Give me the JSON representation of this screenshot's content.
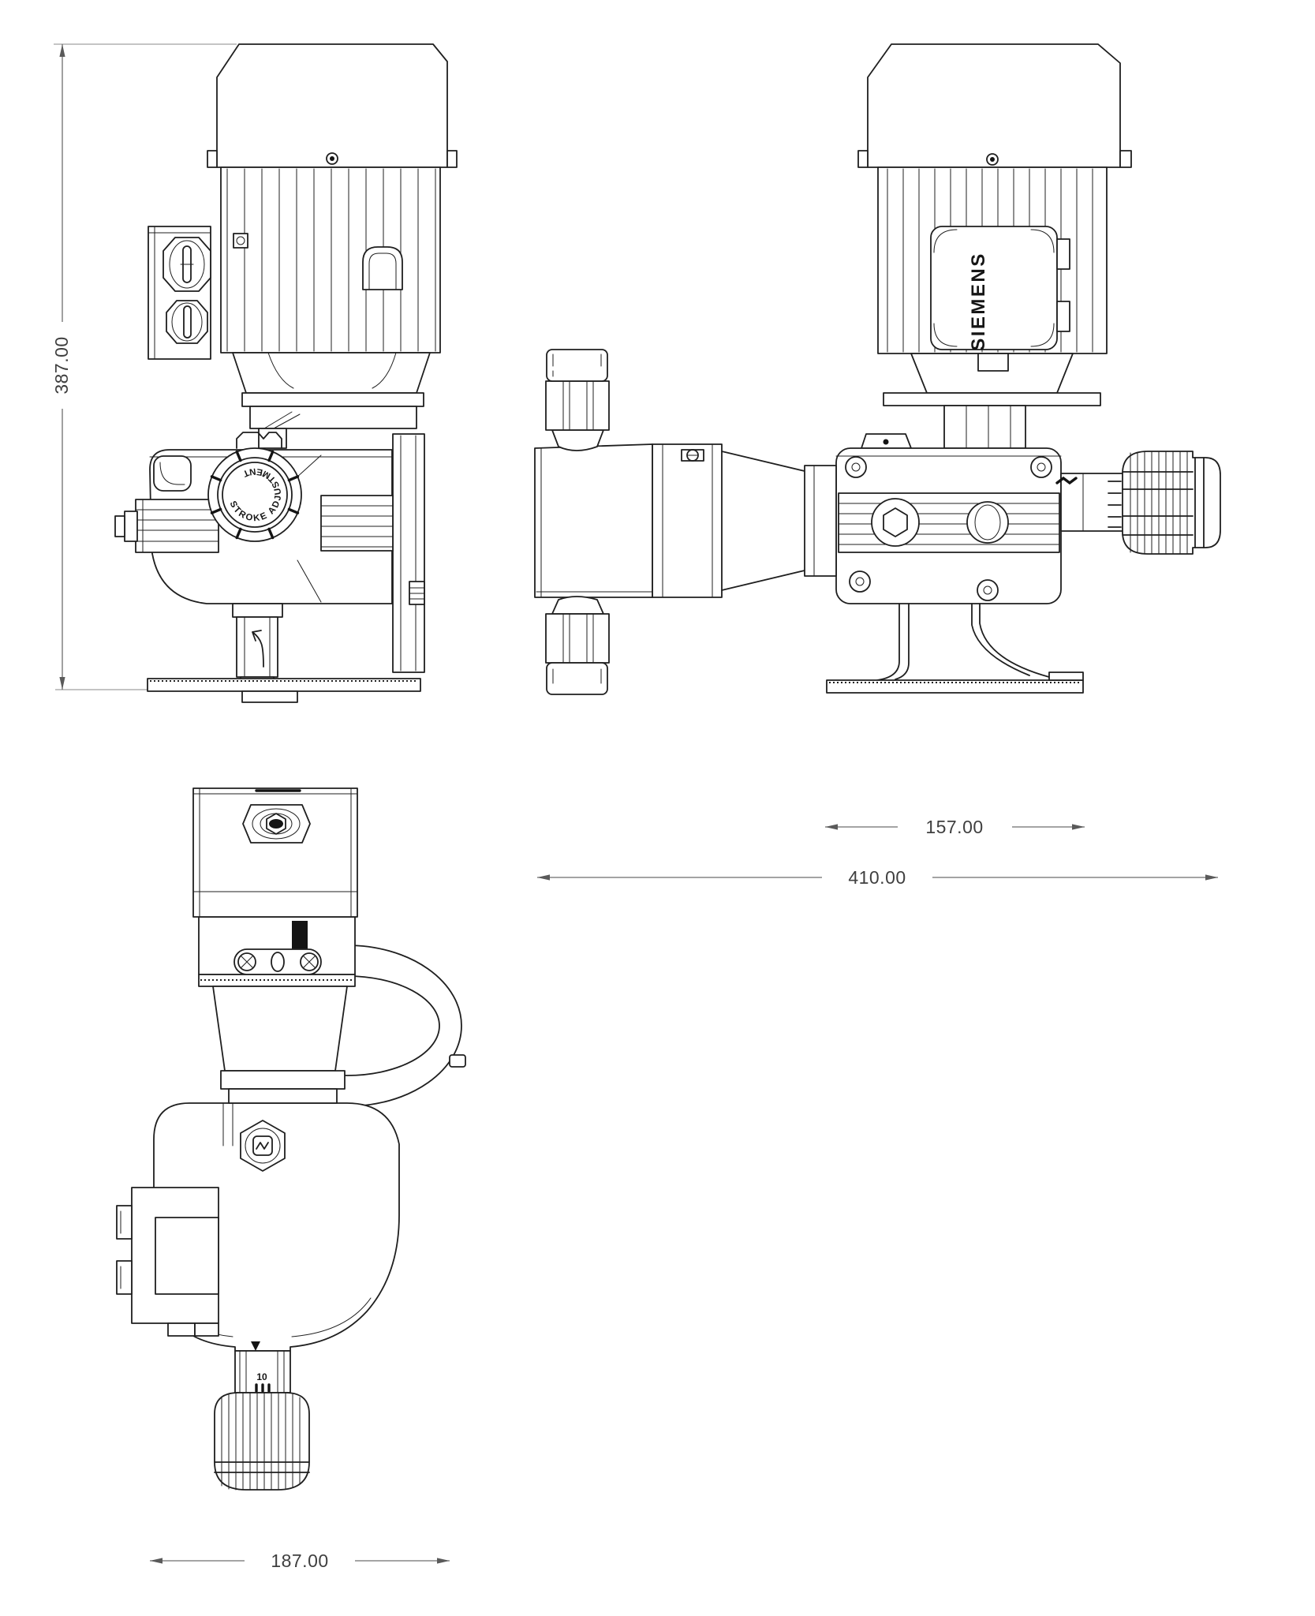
{
  "drawing": {
    "type": "engineering-3-view-drawing",
    "subject": "motor-driven metering pump",
    "dimensions": {
      "overall_height": "387.00",
      "overall_length": "410.00",
      "base_length": "157.00",
      "overall_width": "187.00"
    },
    "labels": {
      "motor_brand": "SIEMENS",
      "stroke_knob": "STROKE ADJUSTMENT",
      "dial_mark": "10"
    },
    "colors": {
      "line": "#1f1f1f",
      "dimension_line": "#6e6e6e",
      "dimension_text": "#3f3f3f",
      "background": "#ffffff"
    }
  }
}
